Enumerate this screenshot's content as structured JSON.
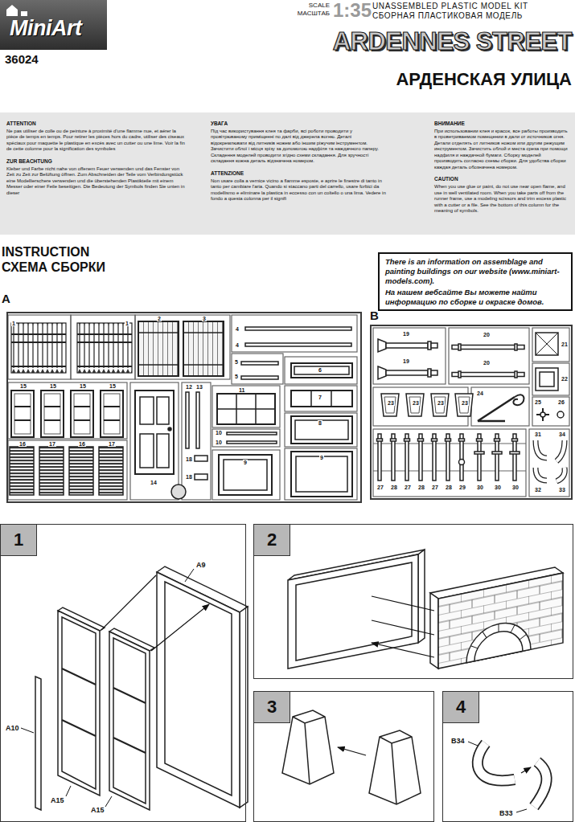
{
  "diagram": {
    "title": "ARDENNES STREET",
    "nodes": [
      {
        "text": [
          "MiniArt"
        ]
      },
      {
        "text": [
          "ATTENTION",
          "Ne pas utiliser de colle ou de peinture à proximité d'une flamme nue, et aérer la pièce de temps en temps. Pour retirer les pièces hors du cadre, utiliser des ciseaux spéciaux pour maquette le plastique en excès avec un cutter ou une lime. Voir la fin de cette colonne pour la signification des symboles",
          "ZUR BEACHTUNG",
          "Kleber und Farbe nicht nahe von offenem Feuer verwenden und das Fenster von Zeit zu Zeit zur Belüftung öffnen. Zum Abschneiden der Teile vom Verbindungstück eine Modellierschere verwenden und die überstehenden Plastikteile mit einem Messer oder einer Feile beseitigen. Die Bedeutung der Symbols finden Sie unten in dieser",
          "УВАГА",
          "Під час використування клея та фарби, всі роботи проводити у провітрюваному приміщенні по далі від джерела вогню. Деталі відокремлювати від литників ножем або іншим ріжучим інструментом. Зачистити облої і місця зрізу за допомогою надфіля та наждачного паперу. Складення моделей проводити згідно схеми складання. Для зручності складання кожна деталь відзначена номером.",
          "ATTENZIONE",
          "Non usare colla a vernice vicino a flamme esposte, e aprire le finestre di tanto in tanto per cambiare l'aria. Quando si staccano parti del carrello, usare forbici da modellismo e eliminare la plastica in eccesso con un coltello o una lima. Vedere in fondo a questa colonna per il signifi",
          "ВНИМАНИЕ",
          "При использовании клея и красок, все работы производить в проветриваемом помещении в дали от источников огня. Детали отделять от литников ножом или другим режущим инструментом. Зачистить облой и места среза при помощи надфиля и наждачной бумаги. Сборку моделей производить согласно схемы сборки. Для удобства сборки каждая деталь обозначена номером.",
          "CAUTION",
          "When you use glue or paint, do not use near open flame, and use in well ventilated room. When you take parts off from the runner frame, use a modeling scissors and trim excess plastic with a cutter or a file. See the bottom of this column for the meaning of symbols."
        ]
      },
      {
        "text": [
          "There is an information on assemblage and painting buildings on our website (www.miniart-models.com).",
          "На нашем вебсайте Вы можете найти информацию по сборке и окраске домов."
        ]
      },
      {
        "text": [
          "A"
        ]
      },
      {
        "text": [
          "B"
        ]
      },
      {
        "text": [
          "1"
        ]
      },
      {
        "text": [
          "2"
        ]
      },
      {
        "text": [
          "3"
        ]
      },
      {
        "text": [
          "4"
        ]
      }
    ],
    "labels": [
      "SCALE",
      "МАСШТАБ",
      "1:35",
      "UNASSEMBLED PLASTIC MODEL KIT",
      "СБОРНАЯ ПЛАСТИКОВАЯ МОДЕЛЬ",
      "36024",
      "АРДЕНСКАЯ УЛИЦА",
      "INSTRUCTION",
      "СХЕМА СБОРКИ",
      "1",
      "1",
      "2",
      "3",
      "4",
      "4",
      "5",
      "5",
      "6",
      "7",
      "8",
      "9",
      "9",
      "10",
      "10",
      "11",
      "12",
      "13",
      "14",
      "15",
      "15",
      "15",
      "15",
      "16",
      "17",
      "16",
      "17",
      "18",
      "18",
      "19",
      "19",
      "20",
      "20",
      "21",
      "22",
      "23",
      "23",
      "23",
      "23",
      "24",
      "25",
      "26",
      "27",
      "28",
      "27",
      "28",
      "27",
      "28",
      "29",
      "30",
      "30",
      "30",
      "31",
      "34",
      "32",
      "33",
      "A9",
      "A10",
      "A15",
      "A15",
      "B34",
      "B33"
    ]
  }
}
